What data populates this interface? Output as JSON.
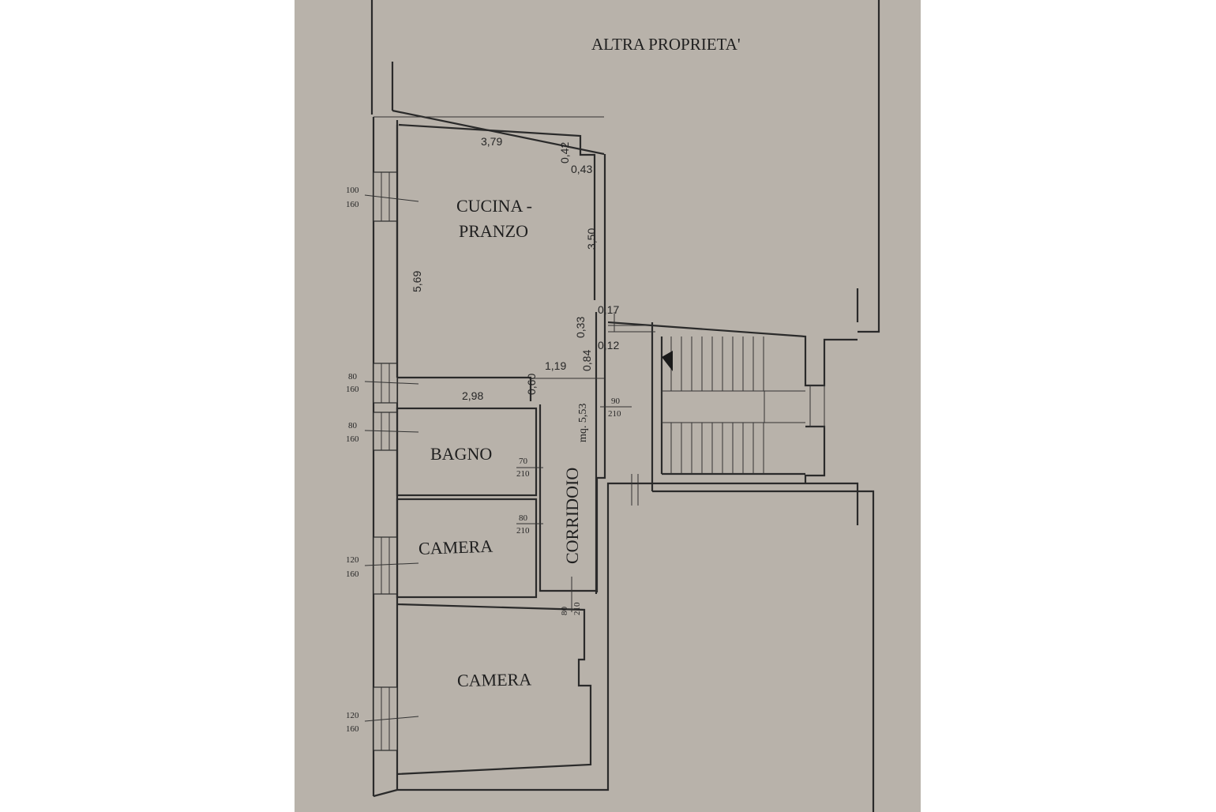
{
  "colors": {
    "paper": "#b8b2aa",
    "margin": "#ffffff",
    "ink": "#2a2a2a"
  },
  "labels": {
    "neighbor": "ALTRA PROPRIETA'",
    "kitchen_line1": "CUCINA -",
    "kitchen_line2": "PRANZO",
    "bathroom": "BAGNO",
    "bedroom_small": "CAMERA",
    "bedroom_large": "CAMERA",
    "corridor": "CORRIDOIO",
    "corridor_area": "mq. 5,53"
  },
  "dimensions": {
    "kitchen_top": "3,79",
    "kitchen_left": "5,69",
    "kitchen_right": "3,50",
    "kitchen_bottom": "2,98",
    "niche_a": "0,42",
    "niche_b": "0,43",
    "wall_a": "0,33",
    "wall_b": "0,84",
    "wall_c": "0,17",
    "wall_d": "0,12",
    "passage_width": "1,19",
    "passage_depth": "0,60"
  },
  "openings": {
    "win_kitchen_w": "100",
    "win_kitchen_h": "160",
    "win_kitchen2_w": "80",
    "win_kitchen2_h": "160",
    "win_bath_w": "80",
    "win_bath_h": "160",
    "win_bed1_w": "120",
    "win_bed1_h": "160",
    "win_bed2_w": "120",
    "win_bed2_h": "160",
    "door_entry_w": "90",
    "door_entry_h": "210",
    "door_bath_w": "70",
    "door_bath_h": "210",
    "door_bed1_w": "80",
    "door_bed1_h": "210",
    "door_bed2_w": "80",
    "door_bed2_h": "210"
  }
}
